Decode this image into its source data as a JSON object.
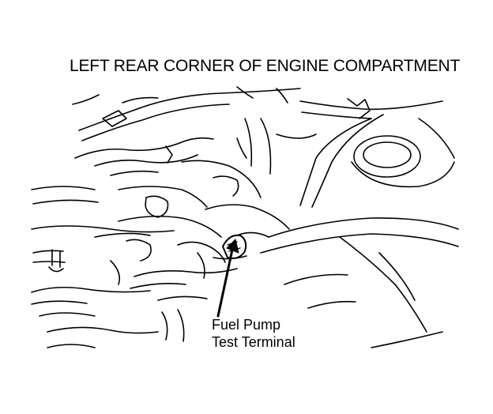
{
  "diagram": {
    "title": "LEFT REAR CORNER OF ENGINE COMPARTMENT",
    "callout": {
      "line1": "Fuel Pump",
      "line2": "Test Terminal"
    },
    "line_color": "#000000",
    "background_color": "#ffffff"
  }
}
